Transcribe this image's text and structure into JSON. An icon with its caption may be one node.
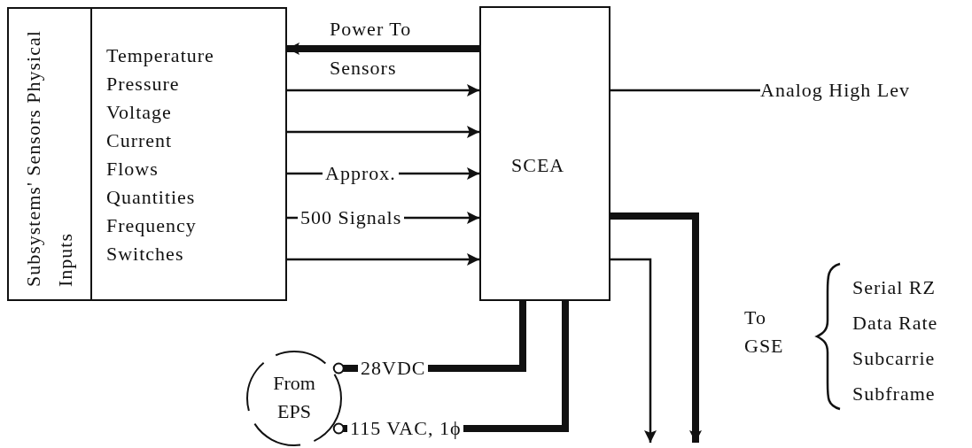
{
  "diagram": {
    "nodes": [
      {
        "text": [
          "Subsystems' Sensors Physical Inputs"
        ]
      },
      {
        "text": [
          "Temperature",
          "Pressure",
          "Voltage",
          "Current",
          "Flows",
          "Quantities",
          "Frequency",
          "Switches"
        ]
      },
      {
        "text": [
          "SCEA"
        ]
      },
      {
        "text": [
          "Analog High Lev"
        ]
      },
      {
        "text": [
          "From EPS"
        ]
      }
    ],
    "edges": [
      {
        "from": 2,
        "to": 1,
        "arrow": "to",
        "label": "Power To Sensors",
        "style": "thick"
      },
      {
        "from": 1,
        "to": 2,
        "arrow": "to"
      },
      {
        "from": 1,
        "to": 2,
        "arrow": "to"
      },
      {
        "from": 1,
        "to": 2,
        "arrow": "to",
        "label": "Approx."
      },
      {
        "from": 1,
        "to": 2,
        "arrow": "to",
        "label": "500 Signals"
      },
      {
        "from": 1,
        "to": 2,
        "arrow": "to"
      },
      {
        "from": 2,
        "to": 3,
        "arrow": "none"
      },
      {
        "from": 2,
        "to": null,
        "arrow": "to",
        "style": "thick"
      },
      {
        "from": 2,
        "to": null,
        "arrow": "to"
      },
      {
        "from": 4,
        "to": 2,
        "arrow": "other",
        "label": "28VDC",
        "style": "thick"
      },
      {
        "from": 4,
        "to": 2,
        "arrow": "other",
        "label": "115 VAC, 1ϕ",
        "style": "thick"
      }
    ],
    "labels": [
      "To GSE",
      "Serial RZ",
      "Data Rate",
      "Subcarrie",
      "Subframe"
    ]
  }
}
